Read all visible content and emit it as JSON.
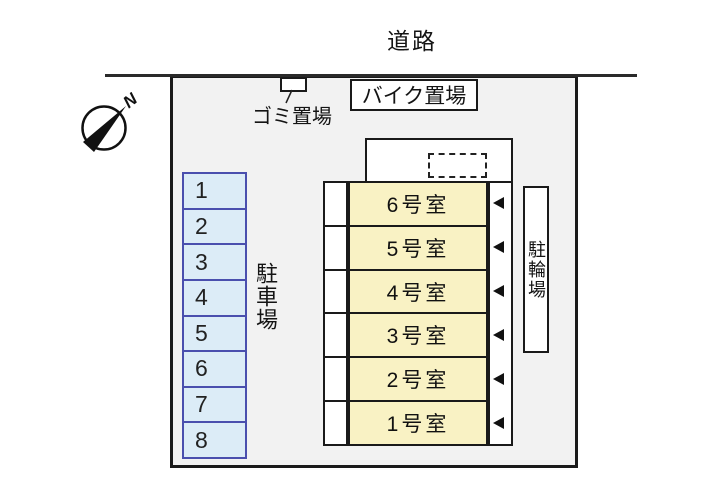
{
  "labels": {
    "road": "道路",
    "garbage": "ゴミ置場",
    "bike_parking": "バイク置場",
    "car_parking": "駐車場",
    "bicycle_parking": "駐輪場",
    "compass_north": "N"
  },
  "parking": {
    "spaces": [
      "1",
      "2",
      "3",
      "4",
      "5",
      "6",
      "7",
      "8"
    ]
  },
  "building": {
    "rooms": [
      "6号室",
      "5号室",
      "4号室",
      "3号室",
      "2号室",
      "1号室"
    ]
  },
  "colors": {
    "site_bg": "#f2f2f2",
    "line": "#1a1a1a",
    "parking_fill": "#dcecf7",
    "parking_border": "#4a4fae",
    "room_fill": "#f9f2c4"
  }
}
